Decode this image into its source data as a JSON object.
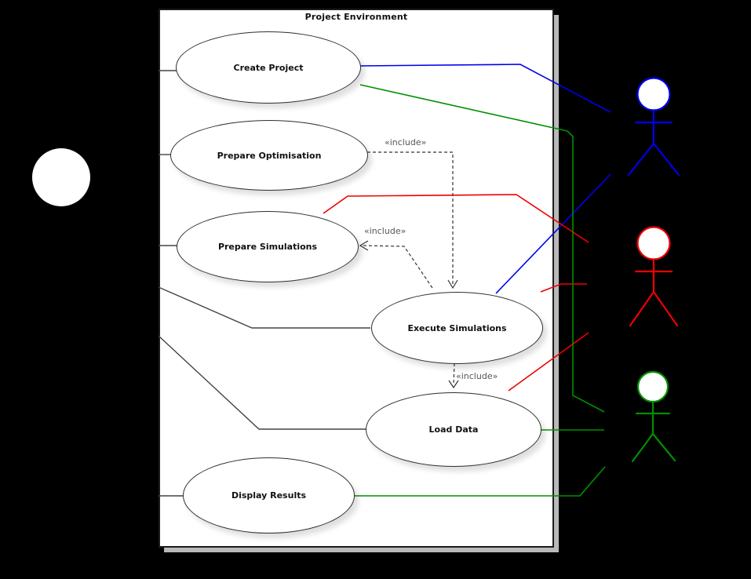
{
  "diagram": {
    "boundary_title": "Project Environment",
    "use_cases": [
      {
        "id": "create-project",
        "label": "Create Project"
      },
      {
        "id": "prepare-optimisation",
        "label": "Prepare Optimisation"
      },
      {
        "id": "prepare-simulations",
        "label": "Prepare Simulations"
      },
      {
        "id": "execute-simulations",
        "label": "Execute Simulations"
      },
      {
        "id": "load-data",
        "label": "Load Data"
      },
      {
        "id": "display-results",
        "label": "Display Results"
      }
    ],
    "include_labels": [
      "«include»",
      "«include»",
      "«include»"
    ],
    "actors": [
      {
        "id": "actor-left",
        "color": "#ffffff"
      },
      {
        "id": "actor-blue",
        "color": "#0000ee"
      },
      {
        "id": "actor-red",
        "color": "#ee0000"
      },
      {
        "id": "actor-green",
        "color": "#008f00"
      }
    ]
  },
  "colors": {
    "blue": "#0000ee",
    "red": "#ee0000",
    "green": "#008f00",
    "edge": "#444444",
    "shadow": "#b9b9b9",
    "inctext": "#555555"
  }
}
